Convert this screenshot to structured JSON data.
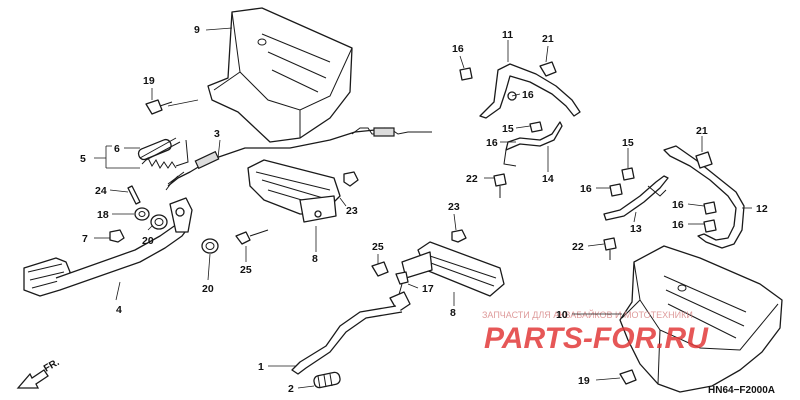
{
  "diagram": {
    "code": "HN64−F2000A",
    "direction_label": "FR.",
    "watermark": {
      "small_text": "ЗАПЧАСТИ ДЛЯ АКВАБАЙКОВ И МОТОТЕХНИКИ",
      "big_text": "PARTS-FOR.RU"
    },
    "callouts": {
      "c9": "9",
      "c19a": "19",
      "c3": "3",
      "c6": "6",
      "c5": "5",
      "c24": "24",
      "c18": "18",
      "c20a": "20",
      "c7": "7",
      "c20b": "20",
      "c4": "4",
      "c23a": "23",
      "c8a": "8",
      "c25a": "25",
      "c23b": "23",
      "c25b": "25",
      "c17": "17",
      "c8b": "8",
      "c1": "1",
      "c2": "2",
      "c16a": "16",
      "c11": "11",
      "c21a": "21",
      "c16b": "16",
      "c15a": "15",
      "c16c": "16",
      "c14": "14",
      "c22a": "22",
      "c15b": "15",
      "c21b": "21",
      "c16d": "16",
      "c16e": "16",
      "c16f": "16",
      "c13": "13",
      "c12": "12",
      "c22b": "22",
      "c10": "10",
      "c19b": "19"
    }
  }
}
